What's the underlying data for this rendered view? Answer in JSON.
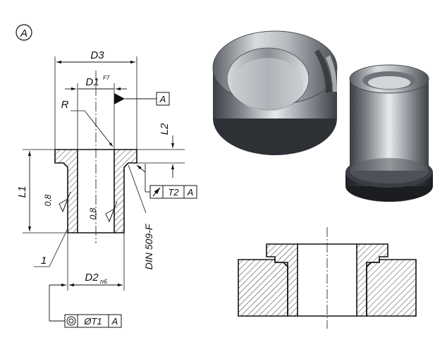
{
  "view_label": "A",
  "dimensions": {
    "d3": "D3",
    "d1": "D1",
    "d1_tolerance": "F7",
    "r": "R",
    "l2": "L2",
    "l1": "L1",
    "d2": "D2",
    "d2_tolerance": "n6"
  },
  "datum": "A",
  "runout_frame": {
    "tolerance": "T2",
    "datum": "A"
  },
  "coaxiality_frame": {
    "tolerance": "ØT1",
    "datum": "A"
  },
  "roughness": {
    "outer": "0,8",
    "inner": "0,8"
  },
  "item_number": "1",
  "standard_note": "DIN 509-F"
}
